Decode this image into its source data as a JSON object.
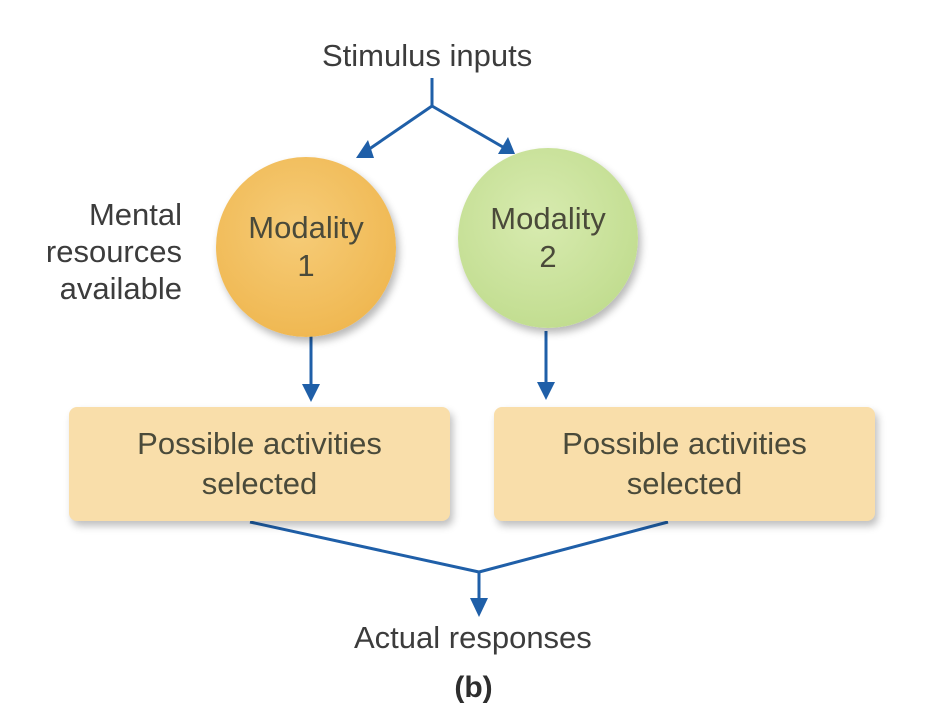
{
  "diagram": {
    "top_label": "Stimulus inputs",
    "side_label_lines": [
      "Mental",
      "resources",
      "available"
    ],
    "modalities": [
      {
        "title": "Modality",
        "number": "1",
        "color": "#f0b954"
      },
      {
        "title": "Modality",
        "number": "2",
        "color": "#c3de92"
      }
    ],
    "activity_boxes": [
      {
        "line1": "Possible activities",
        "line2": "selected"
      },
      {
        "line1": "Possible activities",
        "line2": "selected"
      }
    ],
    "bottom_label": "Actual responses",
    "caption": "(b)",
    "colors": {
      "arrow": "#1f5fa8",
      "box_fill": "#f9deaa",
      "text": "#3c3c3c"
    }
  }
}
